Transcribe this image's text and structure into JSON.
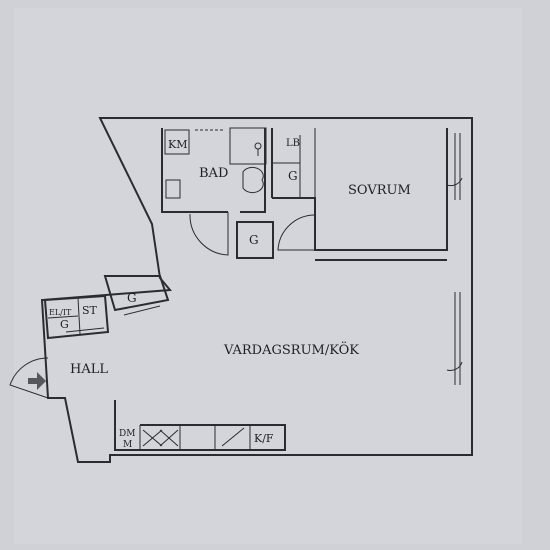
{
  "colors": {
    "background": "#cfd1d6",
    "paper": "#d3d5da",
    "ink": "#2a2c31",
    "arrow": "#55575c"
  },
  "rooms": {
    "sovrum": "SOVRUM",
    "bad": "BAD",
    "vardagsrum": "VARDAGSRUM/KÖK",
    "hall": "HALL"
  },
  "fixtures": {
    "km": "KM",
    "lb": "LB",
    "g_bad": "G",
    "g_small": "G",
    "g_hall": "G",
    "el_it": "EL/IT",
    "g_el": "G",
    "st": "ST",
    "dm": "DM",
    "m": "M",
    "kf": "K/F"
  },
  "icons": {
    "entrance": "entrance-arrow-icon"
  }
}
